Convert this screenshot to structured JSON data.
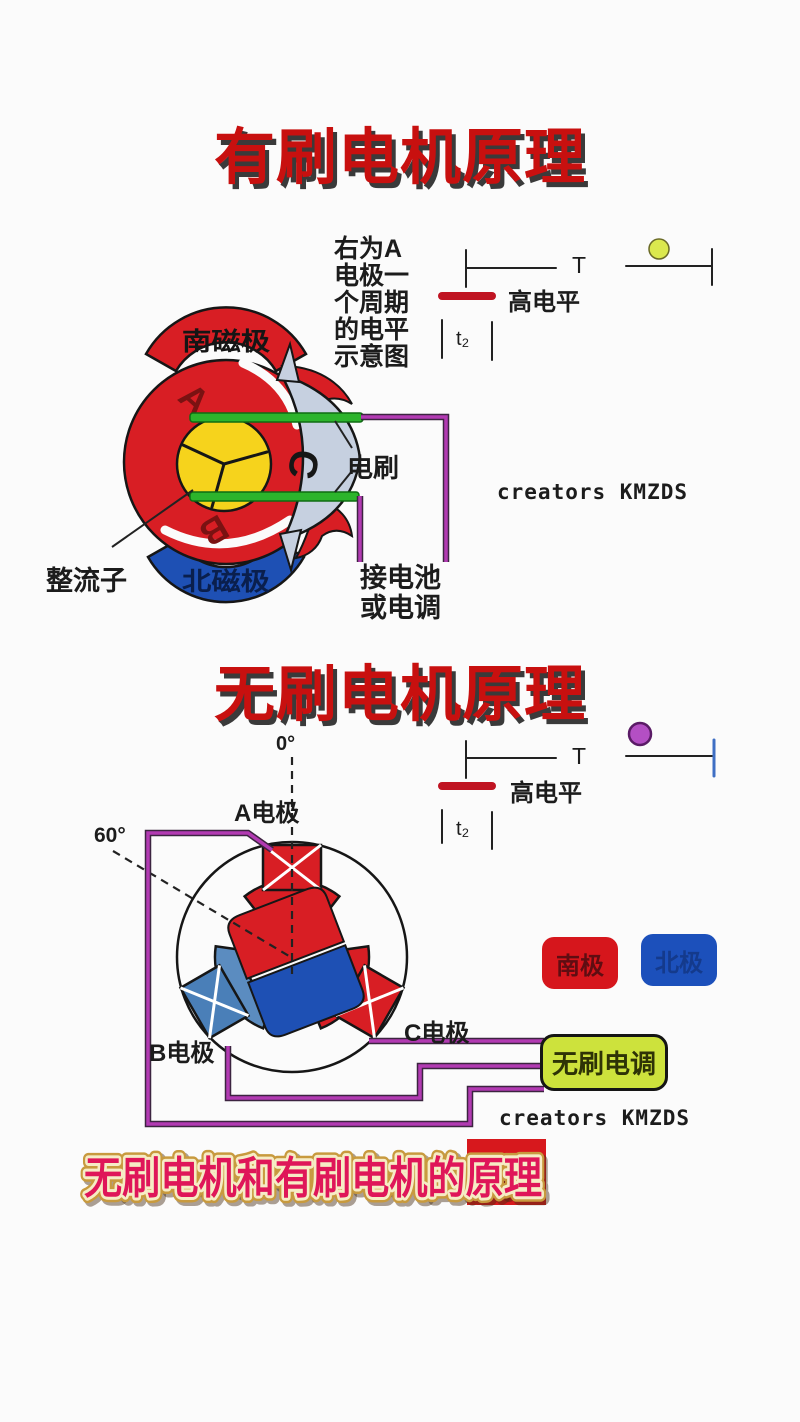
{
  "brushed": {
    "title": "有刷电机原理",
    "note_lines": [
      "右为A",
      "电极一",
      "个周期",
      "的电平",
      "示意图"
    ],
    "south_pole_label": "南磁极",
    "north_pole_label": "北磁极",
    "winding_a": "A",
    "winding_b": "B",
    "stator_c": "C",
    "brush_label": "电刷",
    "commutator_label": "整流子",
    "battery_line1": "接电池",
    "battery_line2": "或电调",
    "watermark": "creators KMZDS",
    "timing": {
      "period": "T",
      "high_label": "高电平",
      "t2": "t₂"
    }
  },
  "brushless": {
    "title": "无刷电机原理",
    "deg0": "0°",
    "deg60": "60°",
    "electrode_a": "A电极",
    "electrode_b": "B电极",
    "electrode_c": "C电极",
    "esc_label": "无刷电调",
    "legend_south": "南极",
    "legend_north": "北极",
    "watermark": "creators KMZDS",
    "timing": {
      "period": "T",
      "high_label": "高电平",
      "t2": "t₂"
    }
  },
  "banner": {
    "text": "无刷电机和有刷电机的原理"
  },
  "colors": {
    "red": "#d81e24",
    "blue": "#1e50b4",
    "yellow": "#f6d31c",
    "green": "#2cb42c",
    "steel_blue": "#4a7fb8",
    "steel_blue_light": "#5b8cc0",
    "wire_purple": "#b23ab2",
    "esc_green": "#cde23c",
    "banner_pink": "#df1659",
    "banner_block_red": "#d7181d",
    "high_bar_red": "#c01422",
    "dot_yellow": "#dbe84e",
    "dot_purple": "#b44fc4",
    "title_red": "#c8100f"
  }
}
